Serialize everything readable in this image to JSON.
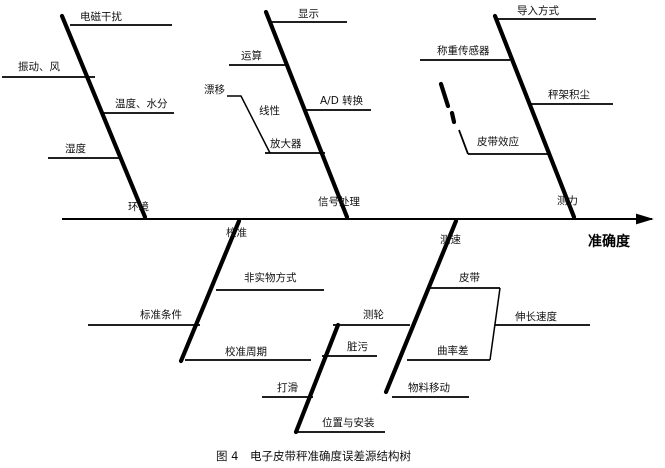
{
  "effect": "准确度",
  "caption": "图 4　电子皮带秤准确度误差源结构树",
  "categories": {
    "environment": {
      "label": "环境",
      "causes": [
        "电磁干扰",
        "振动、风",
        "温度、水分",
        "湿度"
      ]
    },
    "signal": {
      "label": "信号处理",
      "causes": [
        "显示",
        "运算",
        "漂移",
        "线性",
        "A/D 转换",
        "放大器"
      ]
    },
    "force": {
      "label": "测力",
      "causes": [
        "导入方式",
        "称重传感器",
        "秤架积尘",
        "皮带效应"
      ]
    },
    "calibration": {
      "label": "校准",
      "causes": [
        "非实物方式",
        "标准条件",
        "校准周期"
      ]
    },
    "speed": {
      "label": "测速",
      "causes": [
        "皮带",
        "伸长速度",
        "曲率差",
        "物料移动",
        "测轮",
        "脏污",
        "打滑",
        "位置与安装"
      ]
    }
  }
}
